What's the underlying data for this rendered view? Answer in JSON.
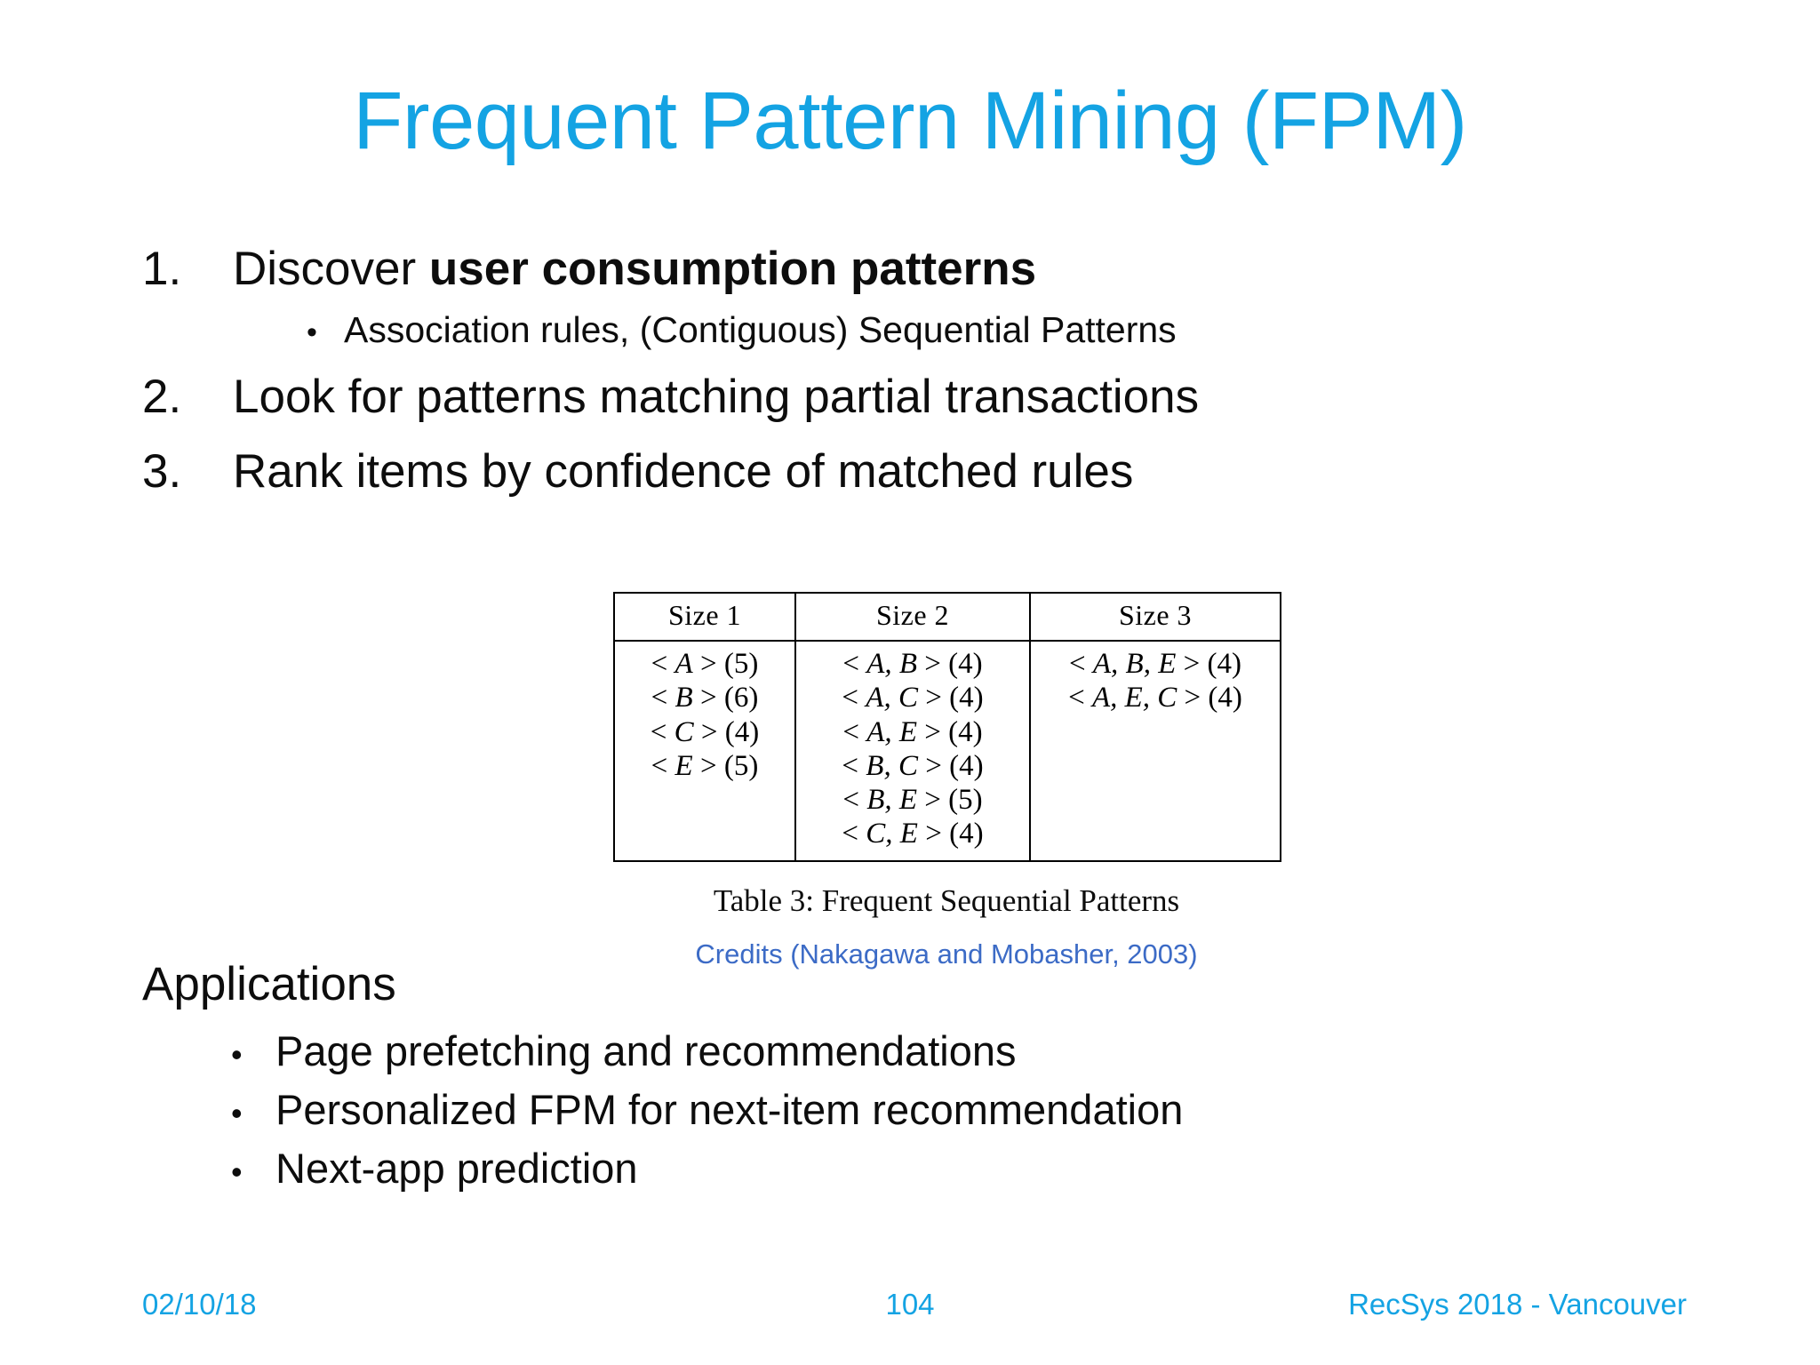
{
  "slide": {
    "title": "Frequent Pattern Mining (FPM)",
    "title_color": "#14A3E3",
    "background_color": "#FFFFFF",
    "body_text_color": "#0D0D0D"
  },
  "numbered_list": [
    {
      "marker": "1.",
      "text_plain": "Discover user consumption patterns",
      "text_normal": "Discover ",
      "text_bold": "user consumption patterns",
      "sub_bullets": [
        {
          "bullet": "•",
          "label": "Association rules, (Contiguous) Sequential Patterns"
        }
      ]
    },
    {
      "marker": "2.",
      "text_plain": "Look for patterns matching partial transactions",
      "text_normal": "Look for patterns matching partial transactions",
      "text_bold": "",
      "sub_bullets": []
    },
    {
      "marker": "3.",
      "text_plain": "Rank items by confidence of matched rules",
      "text_normal": "Rank items by confidence of matched rules",
      "text_bold": "",
      "sub_bullets": []
    }
  ],
  "figure": {
    "caption": "Table 3:  Frequent Sequential Patterns",
    "credits": "Credits (Nakagawa and Mobasher, 2003)",
    "credits_color": "#3C6BC6",
    "table": {
      "headers": [
        "Size 1",
        "Size 2",
        "Size 3"
      ],
      "columns": [
        {
          "header": "Size 1",
          "rows": [
            {
              "pattern": "A",
              "support": "(5)"
            },
            {
              "pattern": "B",
              "support": "(6)"
            },
            {
              "pattern": "C",
              "support": "(4)"
            },
            {
              "pattern": "E",
              "support": "(5)"
            }
          ]
        },
        {
          "header": "Size 2",
          "rows": [
            {
              "pattern": "A, B",
              "support": "(4)"
            },
            {
              "pattern": "A, C",
              "support": "(4)"
            },
            {
              "pattern": "A, E",
              "support": "(4)"
            },
            {
              "pattern": "B, C",
              "support": "(4)"
            },
            {
              "pattern": "B, E",
              "support": "(5)"
            },
            {
              "pattern": "C, E",
              "support": "(4)"
            }
          ]
        },
        {
          "header": "Size 3",
          "rows": [
            {
              "pattern": "A, B, E",
              "support": "(4)"
            },
            {
              "pattern": "A, E, C",
              "support": "(4)"
            }
          ]
        }
      ]
    }
  },
  "applications": {
    "heading": "Applications",
    "items": [
      {
        "bullet": "•",
        "label": "Page prefetching and recommendations"
      },
      {
        "bullet": "•",
        "label": "Personalized FPM for next-item recommendation"
      },
      {
        "bullet": "•",
        "label": "Next-app prediction"
      }
    ]
  },
  "footer": {
    "date": "02/10/18",
    "page_number": "104",
    "event": "RecSys 2018 - Vancouver",
    "color": "#14A3E3"
  }
}
